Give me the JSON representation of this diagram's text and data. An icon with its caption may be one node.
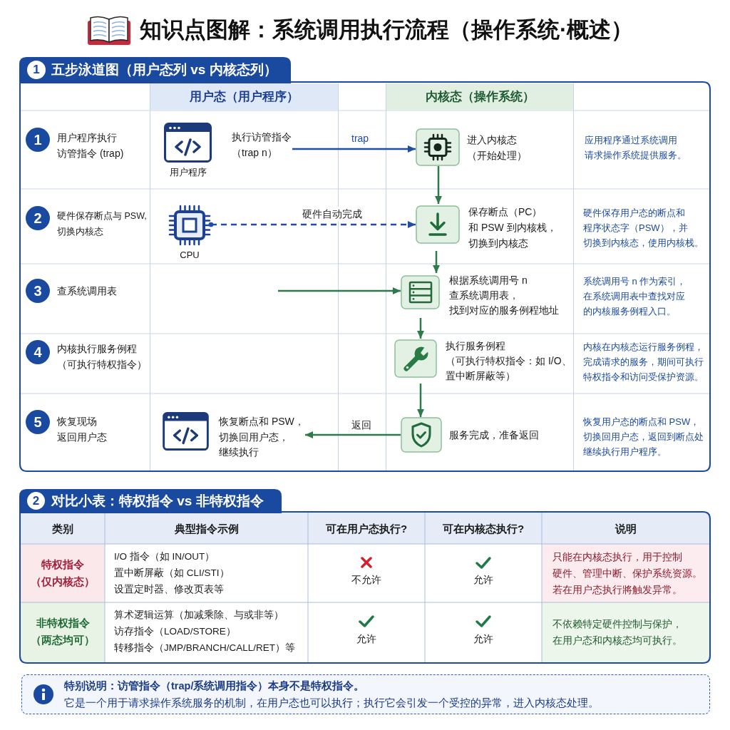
{
  "diagram": {
    "title": "知识点图解：系统调用执行流程（操作系统·概述）",
    "nodes": [
      {
        "text": [
          "五步泳道图（用户态列 vs 内核态列）"
        ]
      },
      {
        "text": [
          "1"
        ]
      },
      {
        "text": [
          "用户态（用户程序）"
        ],
        "in": 0
      },
      {
        "text": [
          "内核态（操作系统）"
        ],
        "in": 0
      },
      {
        "text": [
          "1"
        ],
        "in": 0,
        "beside": [
          "用户程序执行访管指令 (trap)"
        ]
      },
      {
        "text": [],
        "shape": "picture",
        "in": 2,
        "beside": [
          "用户程序",
          "执行访管指令（trap n）"
        ]
      },
      {
        "text": [],
        "shape": "picture",
        "in": 3,
        "beside": [
          "进入内核态（开始处理）"
        ]
      },
      {
        "text": [
          "2"
        ],
        "in": 0,
        "beside": [
          "硬件保存断点与 PSW,切换内核态"
        ]
      },
      {
        "text": [],
        "shape": "picture",
        "in": 2,
        "beside": [
          "CPU"
        ]
      },
      {
        "text": [],
        "shape": "picture",
        "in": 3,
        "beside": [
          "保存断点（PC）和 PSW 到内核栈，切换到内核态"
        ]
      },
      {
        "text": [
          "3"
        ],
        "in": 0,
        "beside": [
          "查系统调用表"
        ]
      },
      {
        "text": [],
        "shape": "picture",
        "in": 3,
        "beside": [
          "根据系统调用号 n查系统调用表，找到对应的服务例程地址"
        ]
      },
      {
        "text": [
          "4"
        ],
        "in": 0,
        "beside": [
          "内核执行服务例程（可执行特权指令）"
        ]
      },
      {
        "text": [],
        "shape": "picture",
        "in": 3,
        "beside": [
          "执行服务例程（可执行特权指令：如 I/O、置中断屏蔽等）"
        ]
      },
      {
        "text": [
          "5"
        ],
        "in": 0,
        "beside": [
          "恢复现场返回用户态"
        ]
      },
      {
        "text": [],
        "shape": "picture",
        "in": 2,
        "beside": [
          "恢复断点和 PSW，切换回用户态，继续执行"
        ]
      },
      {
        "text": [],
        "shape": "picture",
        "in": 3,
        "beside": [
          "服务完成，准备返回"
        ]
      },
      {
        "text": [
          "对比小表：特权指令 vs 非特权指令"
        ]
      },
      {
        "text": [
          "2"
        ]
      },
      {
        "text": [
          "特别说明：访管指令（trap/系统调用指令）本身不是特权指令。",
          "它是一个用于请求操作系统服务的机制，在用户态也可以执行；执行它会引发一个受控的异常，进入内核态处理。"
        ]
      }
    ],
    "edges": [
      {
        "from": 5,
        "to": 6,
        "arrow": "to",
        "label": "trap",
        "color": "#1f4ea3"
      },
      {
        "from": 6,
        "to": 9,
        "arrow": "to"
      },
      {
        "from": 8,
        "to": 9,
        "arrow": "to",
        "label": "硬件自动完成",
        "style": "dashed",
        "color": "#1f4ea3"
      },
      {
        "from": 9,
        "to": 11,
        "arrow": "to"
      },
      {
        "from": null,
        "to": 11,
        "arrow": "to"
      },
      {
        "from": 11,
        "to": 13,
        "arrow": "to"
      },
      {
        "from": 13,
        "to": 16,
        "arrow": "to"
      },
      {
        "from": 16,
        "to": 15,
        "arrow": "to",
        "label": "返回"
      }
    ],
    "labels": [
      "应用程序通过系统调用请求操作系统提供服务。",
      "硬件保存用户态的断点和程序状态字（PSW），并切换到内核态，使用内核栈。",
      "系统调用号 n 作为索引，在系统调用表中查找对应的内核服务例程入口。",
      "内核在内核态运行服务例程，完成请求的服务，期间可执行特权指令和访问受保护资源。",
      "恢复用户态的断点和 PSW，切换回用户态，返回到断点处继续执行用户程序。",
      "类别",
      "典型指令示例",
      "可在用户态执行?",
      "可在内核态执行?",
      "说明",
      "特权指令（仅内核态）",
      "I/O 指令（如 IN/OUT）",
      "置中断屏蔽（如 CLI/STI）",
      "设置定时器、修改页表等",
      "不允许",
      "允许",
      "只能在内核态执行，用于控制硬件、管理中断、保护系统资源。若在用户态执行將触发异常。",
      "非特权指令（两态均可）",
      "算术逻辑运算（加减乘除、与或非等）",
      "访存指令（LOAD/STORE）",
      "转移指令（JMP/BRANCH/CALL/RET）等",
      "允许",
      "允许",
      "不依赖特定硬件控制与保护，在用户态和内核态均可执行。"
    ]
  }
}
